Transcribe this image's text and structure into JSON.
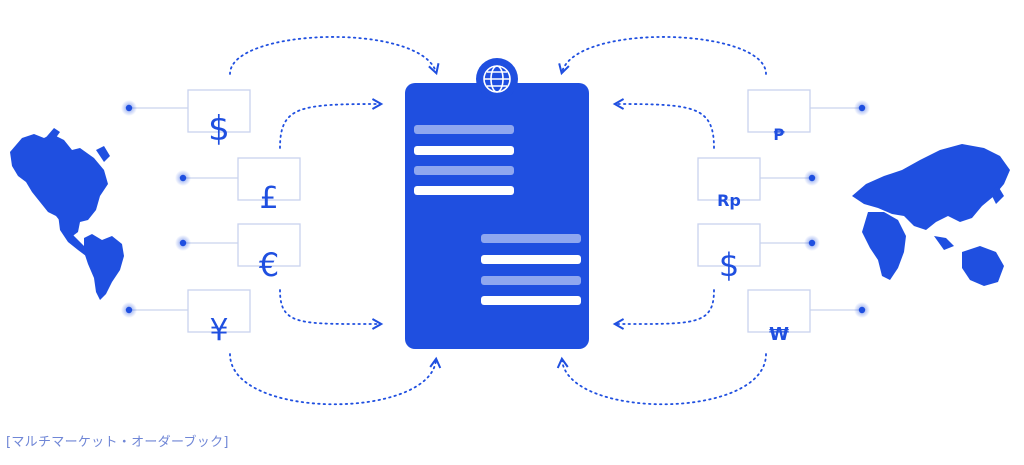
{
  "colors": {
    "primary": "#1f4fe0",
    "box_border": "#c9d3ee",
    "dots": "#3a63e6",
    "bar_light": "#8fa7ef"
  },
  "caption": "[マルチマーケット・オーダーブック]",
  "center": {
    "icon": "globe-icon"
  },
  "left_currencies": [
    {
      "name": "dollar",
      "symbol": "$"
    },
    {
      "name": "pound",
      "symbol": "£"
    },
    {
      "name": "euro",
      "symbol": "€"
    },
    {
      "name": "yen",
      "symbol": "¥"
    }
  ],
  "right_currencies": [
    {
      "name": "peso",
      "symbol": "₱"
    },
    {
      "name": "rupiah",
      "symbol": "Rp"
    },
    {
      "name": "dollar",
      "symbol": "$"
    },
    {
      "name": "won",
      "symbol": "₩"
    }
  ],
  "maps": {
    "left": "americas-map",
    "right": "asia-oceania-map"
  }
}
